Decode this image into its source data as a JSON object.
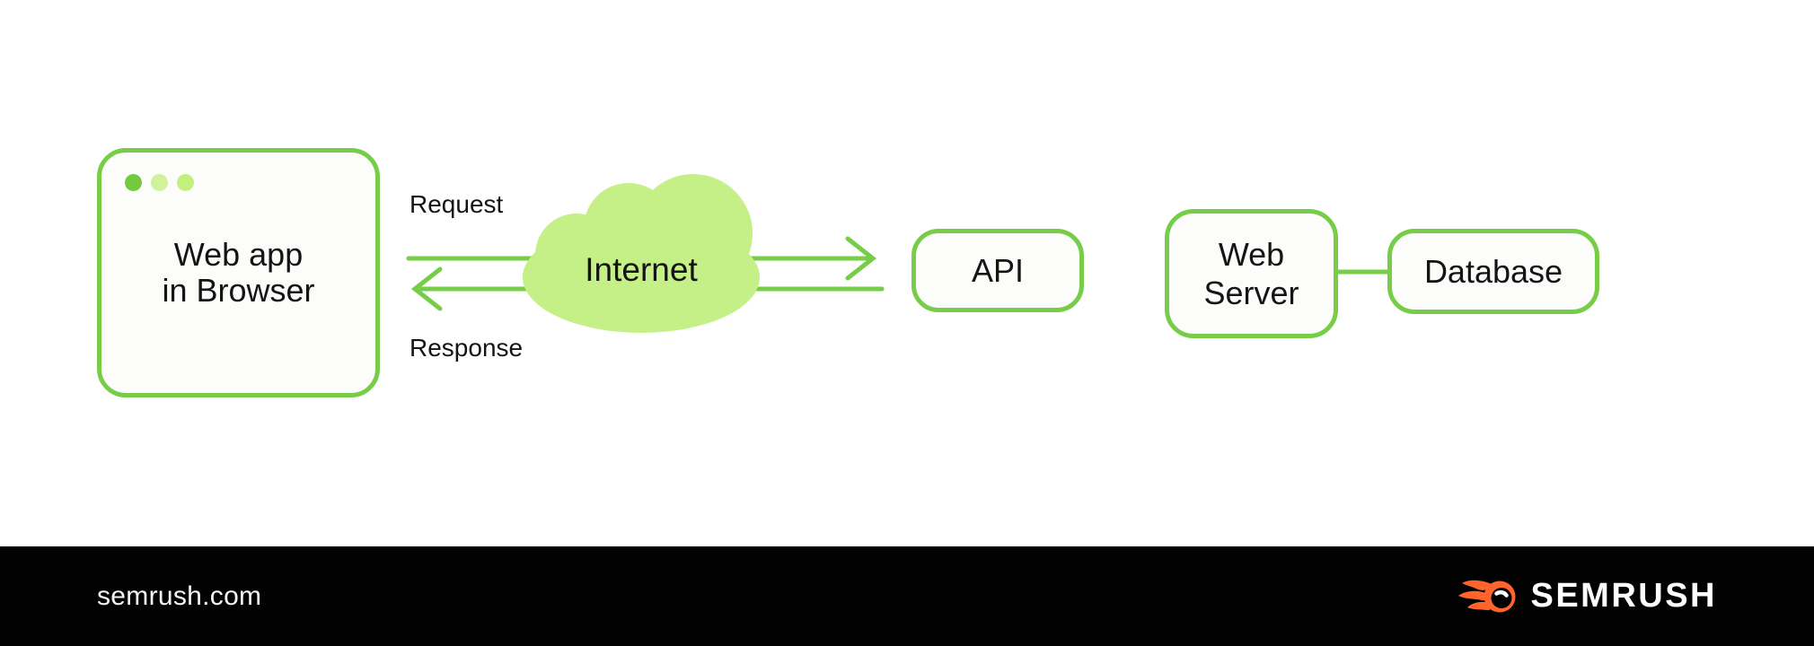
{
  "diagram": {
    "browser_window": {
      "label": "Web app\nin Browser",
      "traffic_dots": [
        "#74ca3f",
        "#cff29a",
        "#c3ef7e"
      ]
    },
    "request": {
      "label": "Request"
    },
    "response": {
      "label": "Response"
    },
    "internet": {
      "label": "Internet"
    },
    "api": {
      "label": "API"
    },
    "web_server": {
      "label": "Web\nServer"
    },
    "database": {
      "label": "Database"
    }
  },
  "footer": {
    "site_url": "semrush.com",
    "brand_wordmark": "SEMRUSH"
  },
  "colors": {
    "green": "#77cc48",
    "cloud-green": "#c5f087",
    "text-dark": "#141414",
    "brand-orange": "#ff642d",
    "footer-bg": "#020202",
    "box-fill": "#fcfdfa"
  }
}
